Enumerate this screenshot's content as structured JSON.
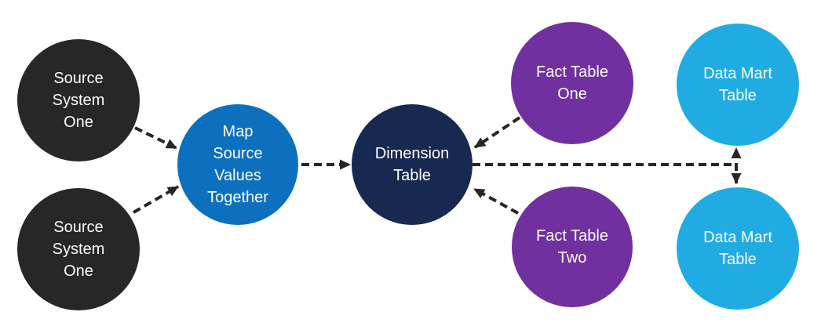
{
  "diagram": {
    "background_color": "#FFFFFF",
    "connector_color": "#262626",
    "text_color": "#FFFFFF",
    "nodes": [
      {
        "id": "source-system-one-top",
        "label": "Source System One",
        "lines": [
          "Source",
          "System",
          "One"
        ],
        "color": "#272727"
      },
      {
        "id": "source-system-one-bottom",
        "label": "Source System One",
        "lines": [
          "Source",
          "System",
          "One"
        ],
        "color": "#272727"
      },
      {
        "id": "map-source-values",
        "label": "Map Source Values Together",
        "lines": [
          "Map",
          "Source",
          "Values",
          "Together"
        ],
        "color": "#0D70BE"
      },
      {
        "id": "dimension-table",
        "label": "Dimension Table",
        "lines": [
          "Dimension",
          "Table"
        ],
        "color": "#172951"
      },
      {
        "id": "fact-table-one",
        "label": "Fact Table One",
        "lines": [
          "Fact Table",
          "One"
        ],
        "color": "#7030A0"
      },
      {
        "id": "fact-table-two",
        "label": "Fact Table Two",
        "lines": [
          "Fact Table",
          "Two"
        ],
        "color": "#7030A0"
      },
      {
        "id": "data-mart-table-top",
        "label": "Data Mart Table",
        "lines": [
          "Data Mart",
          "Table"
        ],
        "color": "#20ACE3"
      },
      {
        "id": "data-mart-table-bottom",
        "label": "Data Mart Table",
        "lines": [
          "Data Mart",
          "Table"
        ],
        "color": "#20ACE3"
      }
    ],
    "edges": [
      {
        "from": "source-system-one-top",
        "to": "map-source-values",
        "style": "dashed-arrow"
      },
      {
        "from": "source-system-one-bottom",
        "to": "map-source-values",
        "style": "dashed-arrow"
      },
      {
        "from": "map-source-values",
        "to": "dimension-table",
        "style": "dashed-arrow"
      },
      {
        "from": "fact-table-one",
        "to": "dimension-table",
        "style": "dashed-arrow"
      },
      {
        "from": "fact-table-two",
        "to": "dimension-table",
        "style": "dashed-arrow"
      },
      {
        "from": "dimension-table",
        "to": "data-mart-junction",
        "style": "dashed-line"
      },
      {
        "from": "data-mart-junction",
        "to": "data-mart-table-top",
        "style": "dashed-arrow"
      },
      {
        "from": "data-mart-junction",
        "to": "data-mart-table-bottom",
        "style": "dashed-arrow"
      }
    ]
  }
}
